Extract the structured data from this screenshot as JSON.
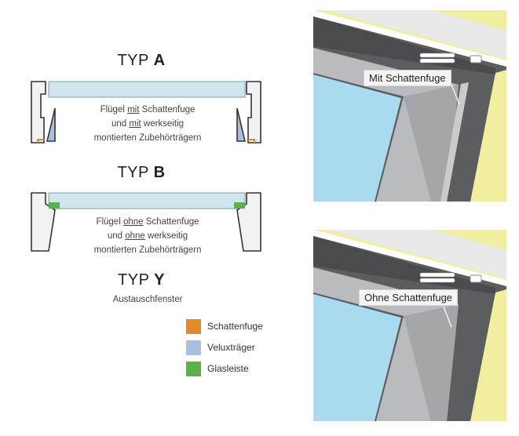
{
  "types": [
    {
      "prefix": "TYP",
      "letter": "A",
      "desc_lines": [
        {
          "before": "Flügel ",
          "u": "mit",
          "after": " Schattenfuge"
        },
        {
          "before": "und ",
          "u": "mit",
          "after": " werkseitig"
        },
        {
          "before": "montierten Zubehörträgern",
          "u": "",
          "after": ""
        }
      ]
    },
    {
      "prefix": "TYP",
      "letter": "B",
      "desc_lines": [
        {
          "before": "Flügel ",
          "u": "ohne",
          "after": " Schattenfuge"
        },
        {
          "before": "und ",
          "u": "ohne",
          "after": " werkseitig"
        },
        {
          "before": "montierten Zubehörträgern",
          "u": "",
          "after": ""
        }
      ]
    },
    {
      "prefix": "TYP",
      "letter": "Y",
      "subtitle": "Austauschfenster"
    }
  ],
  "legend": [
    {
      "label": "Schattenfuge",
      "color": "#e08a2c"
    },
    {
      "label": "Veluxträger",
      "color": "#a7c0dd"
    },
    {
      "label": "Glasleiste",
      "color": "#5cb04a"
    }
  ],
  "photos": [
    {
      "callout": "Mit Schattenfuge",
      "has_shadow_gap": true
    },
    {
      "callout": "Ohne Schattenfuge",
      "has_shadow_gap": false
    }
  ],
  "colors": {
    "glass": "#cfe6ef",
    "glass_photo": "#a9daee",
    "frame_dark": "#5b5d60",
    "frame_light": "#b9bbbe",
    "wall_yellow": "#f1eea0",
    "outline": "#333333"
  }
}
